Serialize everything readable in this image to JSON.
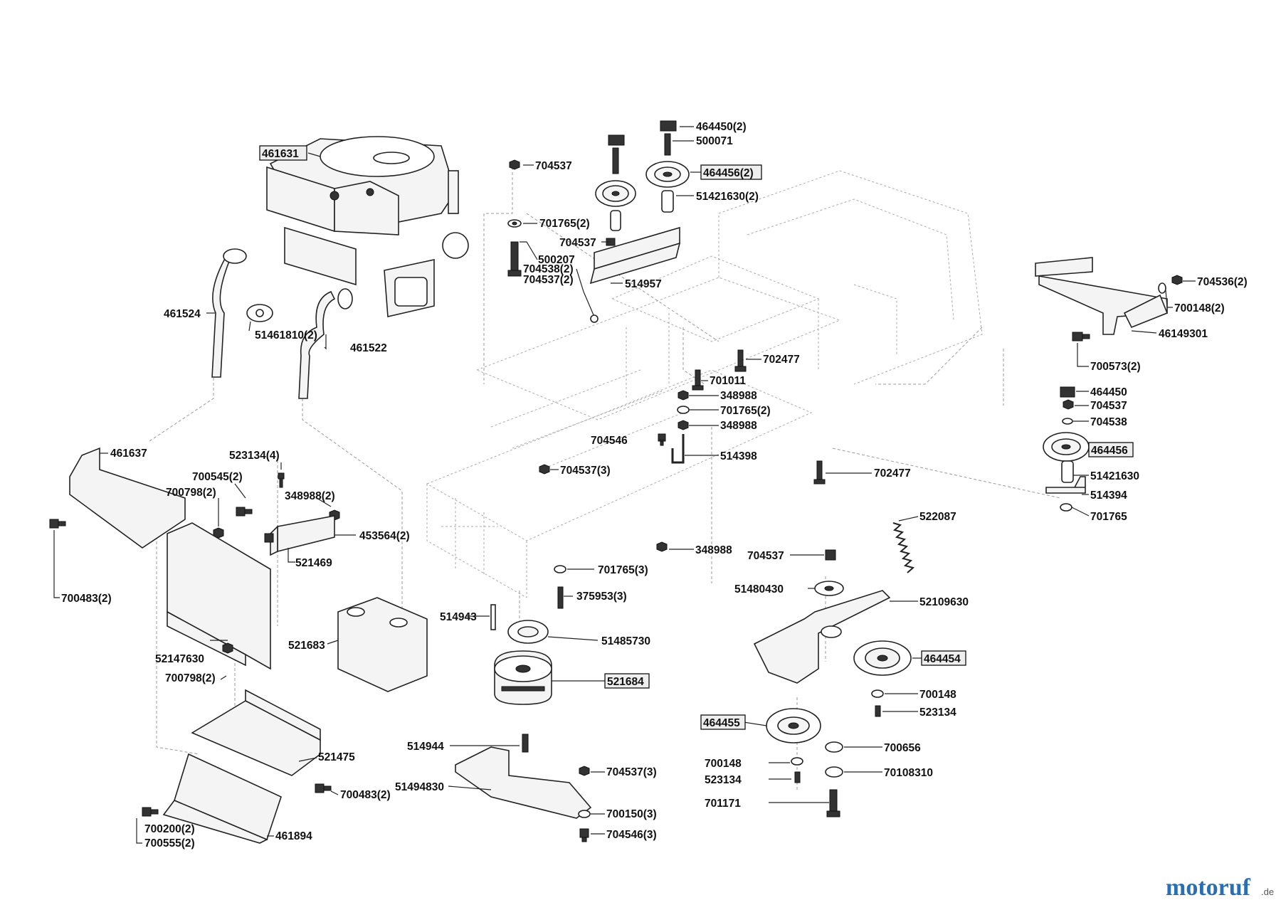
{
  "labels": {
    "l461631": "461631",
    "l461524": "461524",
    "l51461810_2": "51461810(2)",
    "l461522": "461522",
    "l704537_a": "704537",
    "l701765_2a": "701765(2)",
    "l704537_b": "704537",
    "l500207": "500207",
    "l704538_2": "704538(2)",
    "l704537_2": "704537(2)",
    "l514957": "514957",
    "l464450_2": "464450(2)",
    "l500071": "500071",
    "l464456_2": "464456(2)",
    "l51421630_2": "51421630(2)",
    "l702477_a": "702477",
    "l701011": "701011",
    "l348988_a": "348988",
    "l701765_2b": "701765(2)",
    "l348988_b": "348988",
    "l704546": "704546",
    "l514398": "514398",
    "l704537_3a": "704537(3)",
    "l702477_b": "702477",
    "l704536_2": "704536(2)",
    "l700148_2": "700148(2)",
    "l46149301": "46149301",
    "l700573_2": "700573(2)",
    "l464450": "464450",
    "l704537_c": "704537",
    "l704538": "704538",
    "l464456": "464456",
    "l51421630": "51421630",
    "l514394": "514394",
    "l701765": "701765",
    "l461637": "461637",
    "l523134_4": "523134(4)",
    "l700545_2": "700545(2)",
    "l700798_2a": "700798(2)",
    "l348988_2": "348988(2)",
    "l453564_2": "453564(2)",
    "l521469": "521469",
    "l700483_2a": "700483(2)",
    "l52147630": "52147630",
    "l700798_2b": "700798(2)",
    "l521683": "521683",
    "l348988_c": "348988",
    "l701765_3": "701765(3)",
    "l375953_3": "375953(3)",
    "l514943": "514943",
    "l51485730": "51485730",
    "l521684": "521684",
    "l514944": "514944",
    "l51494830": "51494830",
    "l704537_3b": "704537(3)",
    "l700150_3": "700150(3)",
    "l704546_3": "704546(3)",
    "l522087": "522087",
    "l704537_d": "704537",
    "l51480430": "51480430",
    "l52109630": "52109630",
    "l464454": "464454",
    "l700148": "700148",
    "l523134": "523134",
    "l464455": "464455",
    "l700656": "700656",
    "l700148_b": "700148",
    "l523134_b": "523134",
    "l70108310": "70108310",
    "l701171": "701171",
    "l521475": "521475",
    "l700483_2b": "700483(2)",
    "l700200_2": "700200(2)",
    "l700555_2": "700555(2)",
    "l461894": "461894"
  },
  "logo": {
    "text": "motoruf",
    "suffix": ".de"
  }
}
